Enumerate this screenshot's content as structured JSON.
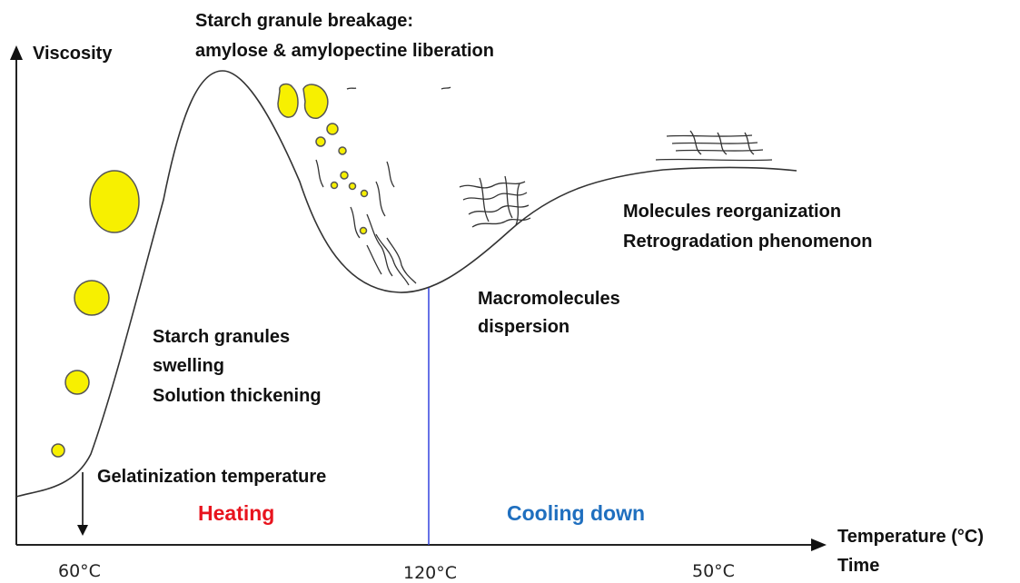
{
  "axes": {
    "y_label": "Viscosity",
    "x_label_line1": "Temperature (°C)",
    "x_label_line2": "Time",
    "x_ticks": [
      "60°C",
      "120°C",
      "50°C"
    ]
  },
  "annotations": {
    "breakage_line1": "Starch granule breakage:",
    "breakage_line2": "amylose & amylopectine liberation",
    "swelling_line1": "Starch granules",
    "swelling_line2": "swelling",
    "swelling_line3": "Solution thickening",
    "gelatinization": "Gelatinization temperature",
    "dispersion_line1": "Macromolecules",
    "dispersion_line2": "dispersion",
    "reorg_line1": "Molecules reorganization",
    "reorg_line2": "Retrogradation phenomenon"
  },
  "phases": {
    "heating": "Heating",
    "cooling": "Cooling down"
  },
  "colors": {
    "granule_fill": "#f7f000",
    "granule_stroke": "#555555",
    "curve": "#333333",
    "heating": "#e8141e",
    "cooling": "#1f6fbf",
    "divider": "#3344dd"
  }
}
